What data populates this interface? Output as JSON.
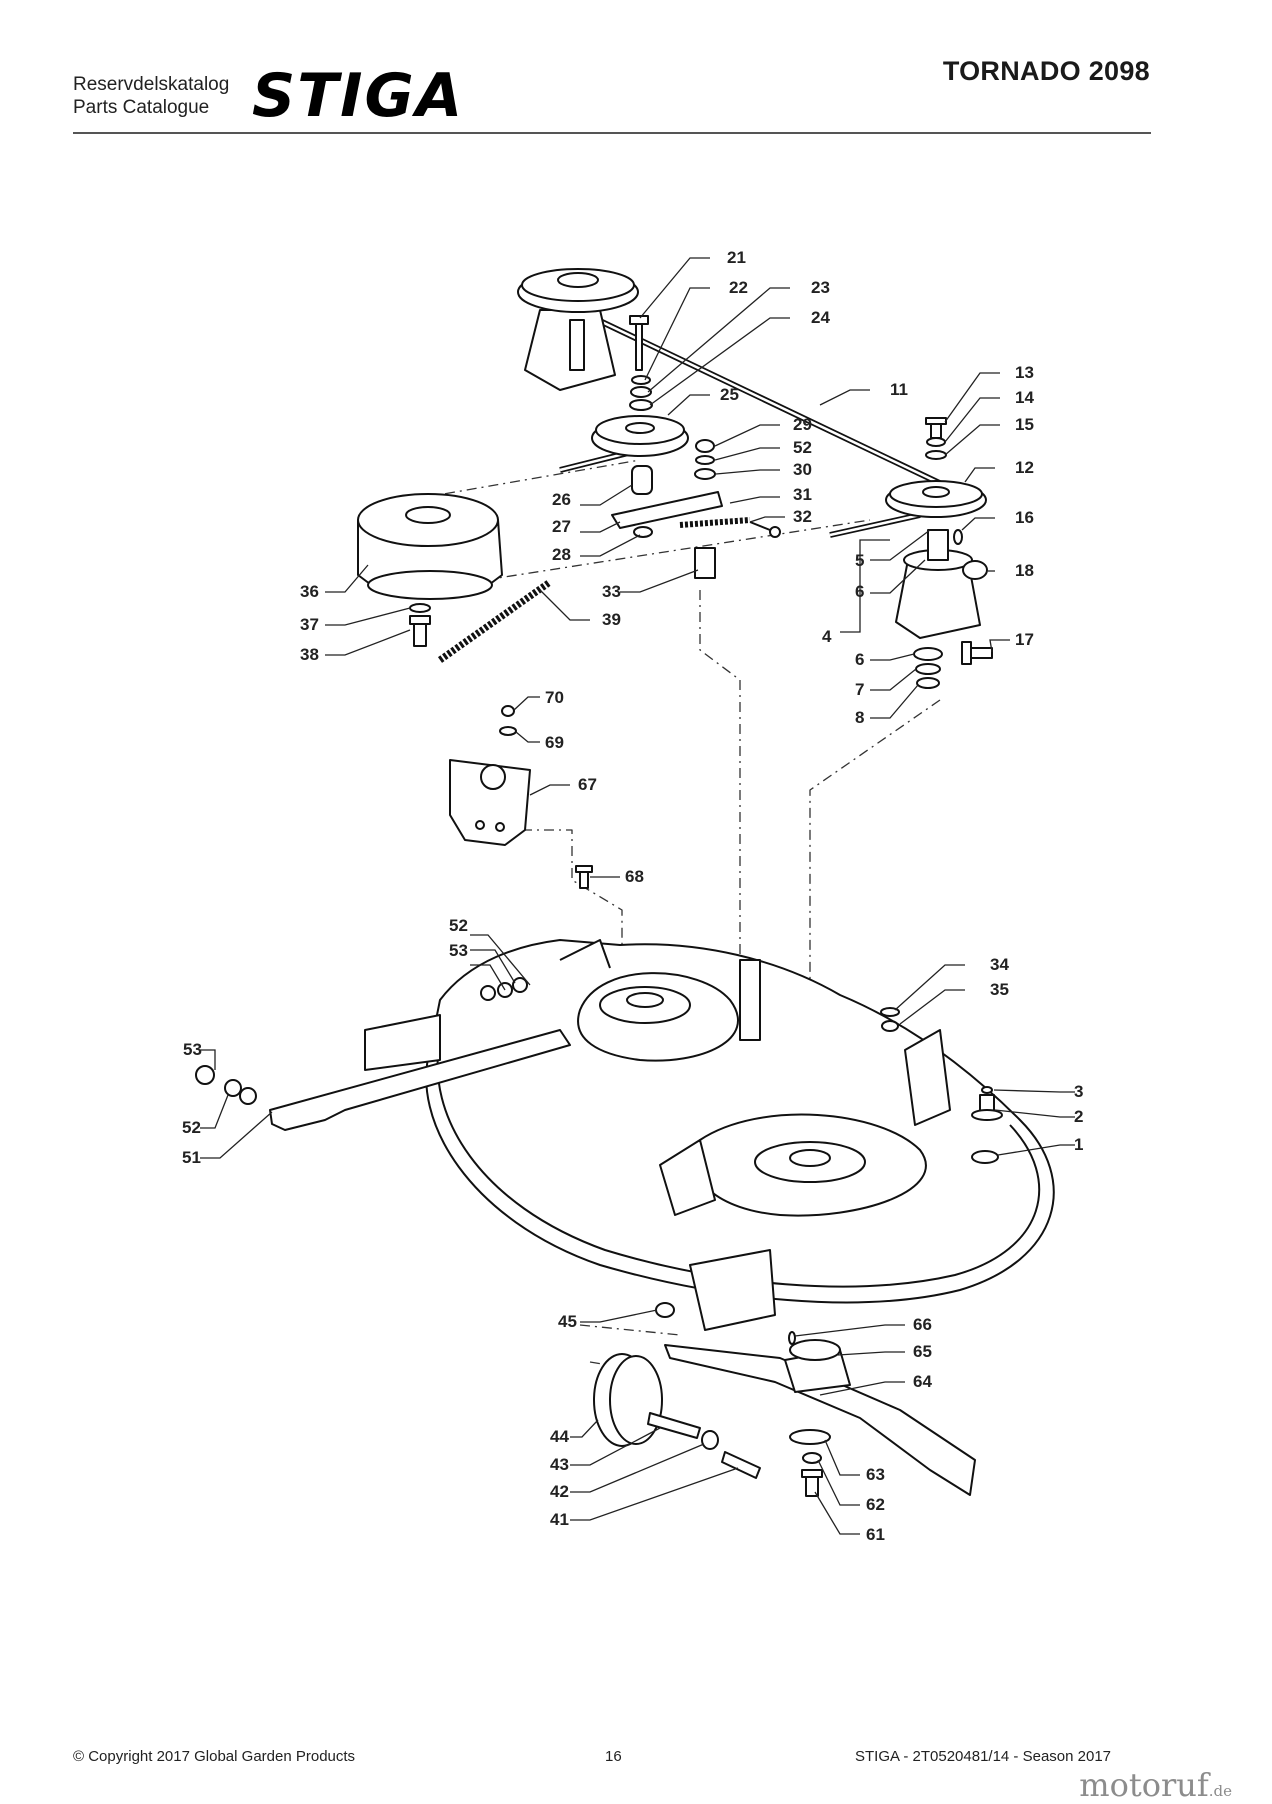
{
  "header": {
    "catalog_sv": "Reservdelskatalog",
    "catalog_en": "Parts Catalogue",
    "brand": "STIGA",
    "model": "TORNADO 2098"
  },
  "callouts": [
    {
      "id": "c21",
      "text": "21"
    },
    {
      "id": "c22",
      "text": "22"
    },
    {
      "id": "c23",
      "text": "23"
    },
    {
      "id": "c24",
      "text": "24"
    },
    {
      "id": "c11",
      "text": "11"
    },
    {
      "id": "c25",
      "text": "25"
    },
    {
      "id": "c13",
      "text": "13"
    },
    {
      "id": "c14",
      "text": "14"
    },
    {
      "id": "c15",
      "text": "15"
    },
    {
      "id": "c29",
      "text": "29"
    },
    {
      "id": "c52a",
      "text": "52"
    },
    {
      "id": "c30",
      "text": "30"
    },
    {
      "id": "c12",
      "text": "12"
    },
    {
      "id": "c26",
      "text": "26"
    },
    {
      "id": "c31",
      "text": "31"
    },
    {
      "id": "c32",
      "text": "32"
    },
    {
      "id": "c16",
      "text": "16"
    },
    {
      "id": "c27",
      "text": "27"
    },
    {
      "id": "c28",
      "text": "28"
    },
    {
      "id": "c5",
      "text": "5"
    },
    {
      "id": "c18",
      "text": "18"
    },
    {
      "id": "c36",
      "text": "36"
    },
    {
      "id": "c33",
      "text": "33"
    },
    {
      "id": "c6a",
      "text": "6"
    },
    {
      "id": "c37",
      "text": "37"
    },
    {
      "id": "c39",
      "text": "39"
    },
    {
      "id": "c4",
      "text": "4"
    },
    {
      "id": "c17",
      "text": "17"
    },
    {
      "id": "c38",
      "text": "38"
    },
    {
      "id": "c6b",
      "text": "6"
    },
    {
      "id": "c7",
      "text": "7"
    },
    {
      "id": "c8",
      "text": "8"
    },
    {
      "id": "c70",
      "text": "70"
    },
    {
      "id": "c69",
      "text": "69"
    },
    {
      "id": "c67",
      "text": "67"
    },
    {
      "id": "c68",
      "text": "68"
    },
    {
      "id": "c52b",
      "text": "52"
    },
    {
      "id": "c53a",
      "text": "53"
    },
    {
      "id": "c34",
      "text": "34"
    },
    {
      "id": "c35",
      "text": "35"
    },
    {
      "id": "c53b",
      "text": "53"
    },
    {
      "id": "c3",
      "text": "3"
    },
    {
      "id": "c2",
      "text": "2"
    },
    {
      "id": "c52c",
      "text": "52"
    },
    {
      "id": "c1",
      "text": "1"
    },
    {
      "id": "c51",
      "text": "51"
    },
    {
      "id": "c45",
      "text": "45"
    },
    {
      "id": "c66",
      "text": "66"
    },
    {
      "id": "c65",
      "text": "65"
    },
    {
      "id": "c64",
      "text": "64"
    },
    {
      "id": "c44",
      "text": "44"
    },
    {
      "id": "c43",
      "text": "43"
    },
    {
      "id": "c63",
      "text": "63"
    },
    {
      "id": "c42",
      "text": "42"
    },
    {
      "id": "c62",
      "text": "62"
    },
    {
      "id": "c41",
      "text": "41"
    },
    {
      "id": "c61",
      "text": "61"
    }
  ],
  "footer": {
    "copyright": "© Copyright 2017 Global Garden Products",
    "page": "16",
    "doc": "STIGA - 2T0520481/14 - Season 2017"
  },
  "watermark": {
    "name": "motoruf",
    "tld": ".de"
  }
}
